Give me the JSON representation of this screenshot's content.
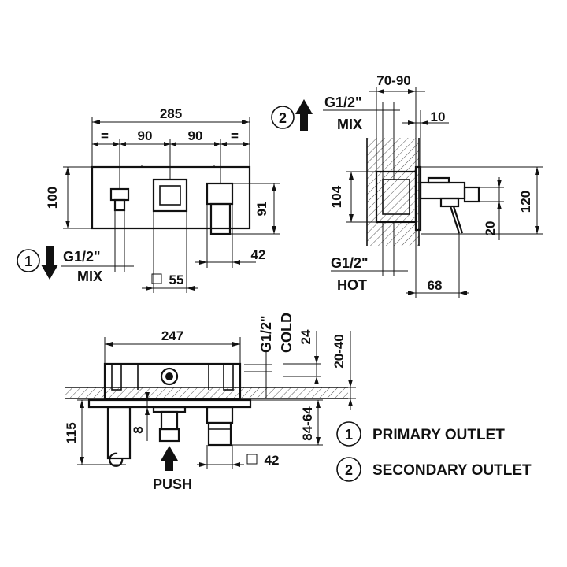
{
  "front_view": {
    "width": "285",
    "equal_left": "=",
    "spacing_left": "90",
    "spacing_right": "90",
    "equal_right": "=",
    "height": "100",
    "inner_height": "91",
    "right_offset": "42",
    "square": "55",
    "outlet_number": "1",
    "outlet_thread": "G1/2\"",
    "outlet_type": "MIX"
  },
  "side_view": {
    "outlet_number": "2",
    "outlet_thread": "G1/2\"",
    "outlet_type": "MIX",
    "depth_range": "70-90",
    "plate": "10",
    "inner_height": "104",
    "total_height": "120",
    "handle_drop": "20",
    "inlet_thread": "G1/2\"",
    "inlet_type": "HOT",
    "projection": "68"
  },
  "plan_view": {
    "width": "247",
    "cold_thread": "G1/2\"",
    "cold_label": "COLD",
    "offset": "24",
    "wall_range": "20-40",
    "handle_height": "115",
    "small_gap": "8",
    "push_label": "PUSH",
    "projection_range": "84-64",
    "knob_square": "42"
  },
  "legend": [
    {
      "number": "1",
      "label": "PRIMARY OUTLET"
    },
    {
      "number": "2",
      "label": "SECONDARY OUTLET"
    }
  ]
}
